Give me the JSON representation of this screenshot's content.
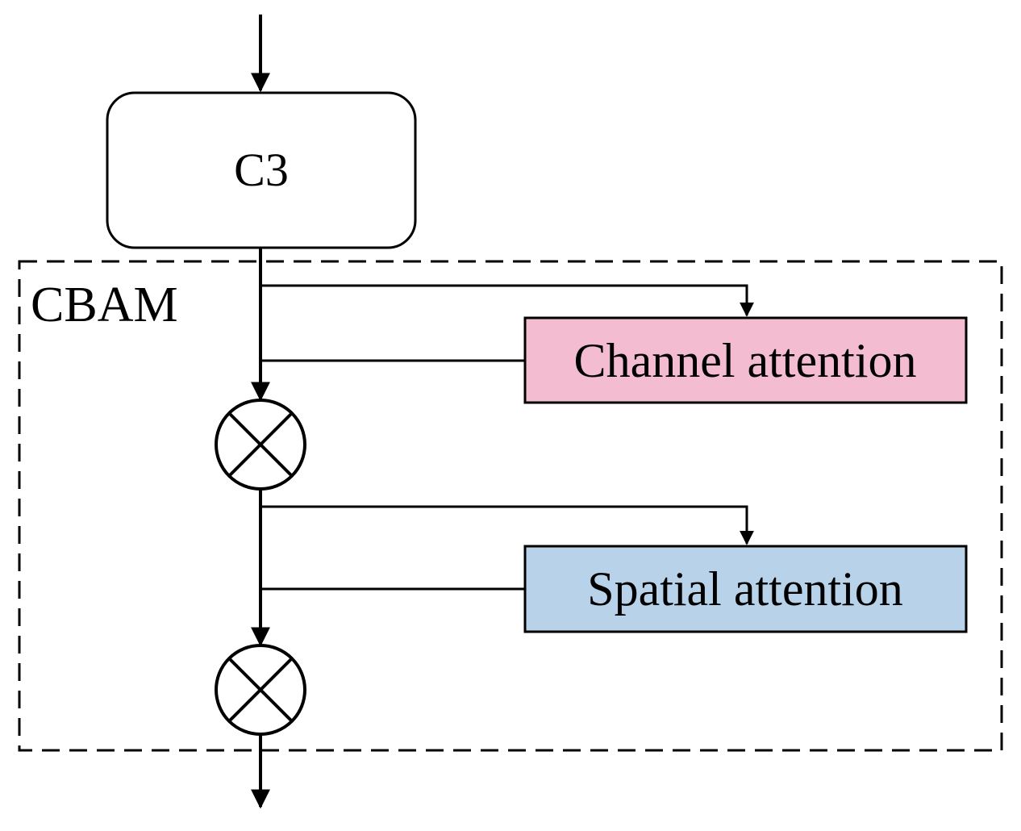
{
  "diagram": {
    "c3_label": "C3",
    "cbam_label": "CBAM",
    "channel_attention_label": "Channel attention",
    "spatial_attention_label": "Spatial attention",
    "colors": {
      "stroke": "#000000",
      "channel_fill": "#f4bcd1",
      "spatial_fill": "#b8d2ea",
      "c3_fill": "#ffffff"
    },
    "multiply_symbol_icon": "circle-times-icon"
  }
}
